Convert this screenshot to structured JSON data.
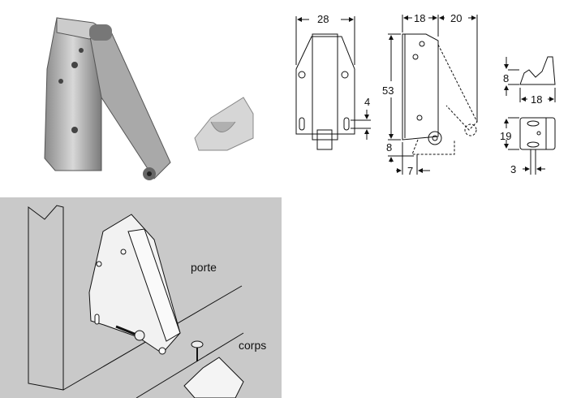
{
  "photo": {
    "caption": ""
  },
  "drawing": {
    "front_width": "28",
    "side_body_width": "18",
    "side_arm_width": "20",
    "height": "53",
    "slot_length": "4",
    "bottom_offset": "8",
    "pivot_offset": "7",
    "catch_height": "8",
    "catch_width": "18",
    "catch_depth": "19",
    "catch_hole_offset": "3"
  },
  "install": {
    "label_door": "porte",
    "label_body": "corps",
    "background_color": "#c9c9c9"
  }
}
